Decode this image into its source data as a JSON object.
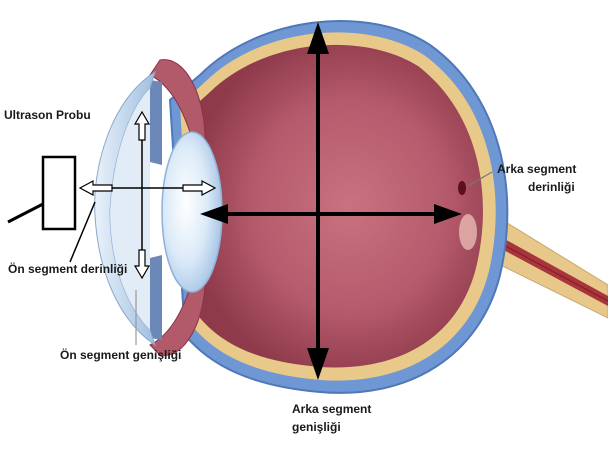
{
  "labels": {
    "probe": "Ultrason Probu",
    "anterior_depth": "Ön segment derinliği",
    "anterior_width": "Ön segment genişliği",
    "posterior_depth_line1": "Arka segment",
    "posterior_depth_line2": "derinliği",
    "posterior_width_line1": "Arka segment",
    "posterior_width_line2": "genişliği"
  },
  "colors": {
    "sclera": "#6f97d3",
    "choroid": "#e9c98a",
    "vitreous": "#b2576c",
    "lens": "#cfe3f6",
    "cornea": "#c7dbee",
    "optic_nerve": "#e8c88a",
    "arrow": "#000000"
  }
}
